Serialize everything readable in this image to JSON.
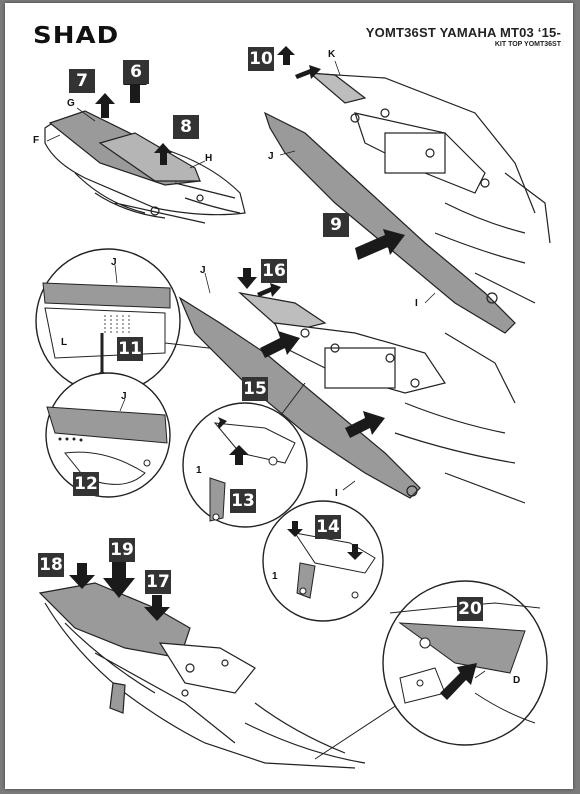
{
  "header": {
    "brand": "SHAD",
    "title": "YOMT36ST YAMAHA MT03 ‘15-",
    "subtitle": "KIT TOP YOMT36ST"
  },
  "steps": [
    "6",
    "7",
    "8",
    "9",
    "10",
    "11",
    "12",
    "13",
    "14",
    "15",
    "16",
    "17",
    "18",
    "19",
    "20"
  ],
  "labels": {
    "d": "D",
    "f": "F",
    "g": "G",
    "h": "H",
    "i": "I",
    "j": "J",
    "k": "K",
    "l": "L",
    "one": "1"
  },
  "colors": {
    "step_box": "#333333",
    "arrow": "#1a1a1a",
    "line": "#222222",
    "part_fill": "#9a9a9a"
  }
}
